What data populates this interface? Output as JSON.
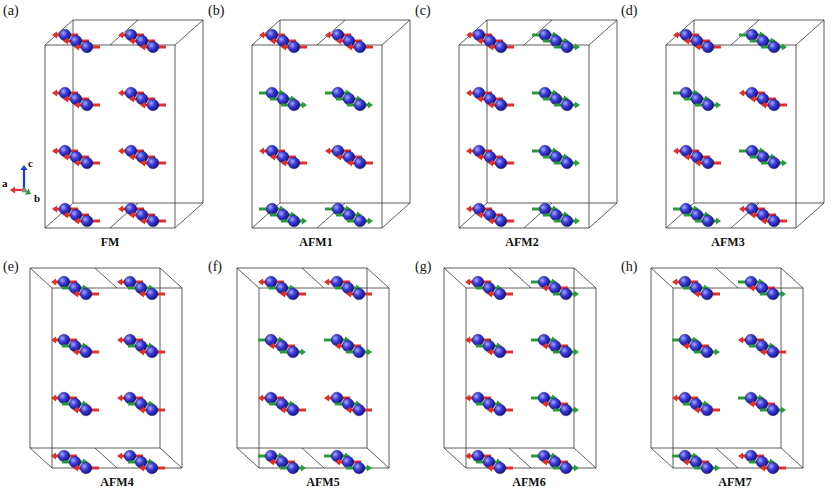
{
  "diagram": {
    "labels": [
      "(a)",
      "(b)",
      "(c)",
      "(d)",
      "c",
      "a",
      "b",
      "FM",
      "AFM1",
      "AFM2",
      "AFM3",
      "(e)",
      "(f)",
      "(g)",
      "(h)",
      "AFM4",
      "AFM5",
      "AFM6",
      "AFM7"
    ]
  }
}
